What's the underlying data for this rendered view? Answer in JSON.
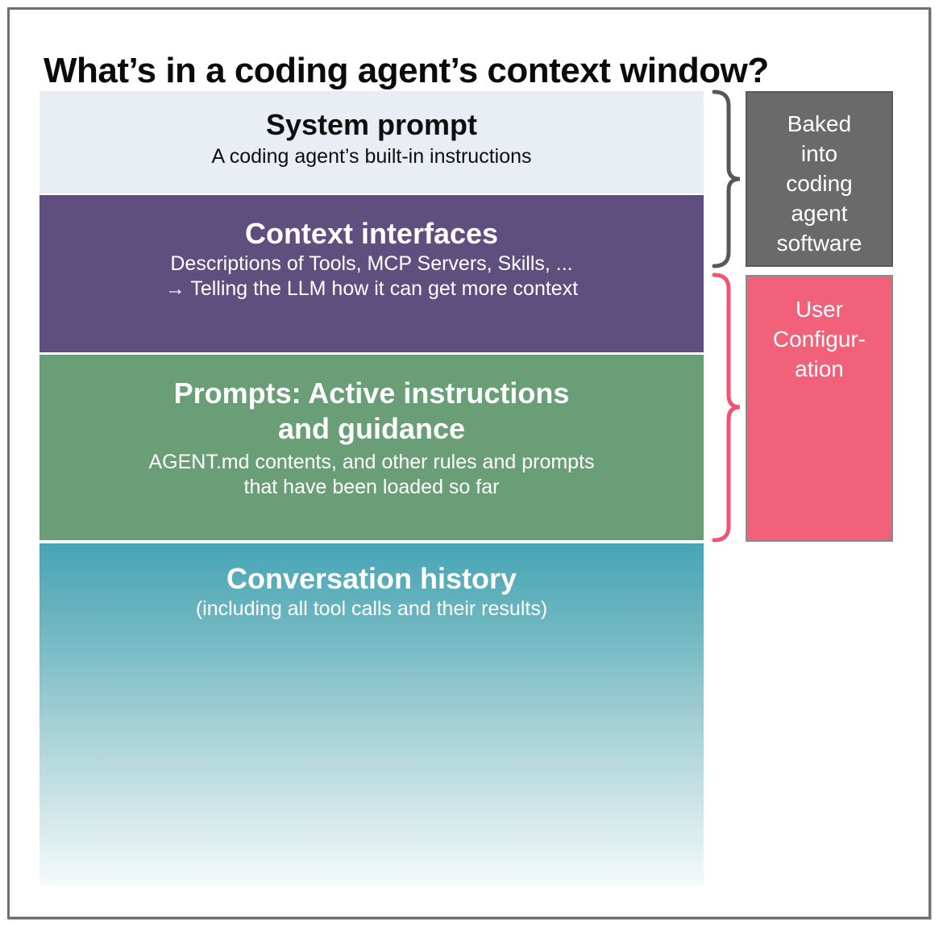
{
  "title": "What’s in a coding agent’s context window?",
  "stack": {
    "blocks": [
      {
        "name": "system-prompt",
        "heading_lines": [
          "System prompt"
        ],
        "body_lines": [
          "A coding agent’s built-in instructions"
        ],
        "bg": "#e9eef4",
        "text_color": "#0f0f0f"
      },
      {
        "name": "context-interfaces",
        "heading_lines": [
          "Context interfaces"
        ],
        "body_lines": [
          "Descriptions of Tools, MCP Servers, Skills, ...",
          "→ Telling the LLM how it can get more context"
        ],
        "bg": "#5f4f7e",
        "text_color": "#ffffff"
      },
      {
        "name": "prompts-active-instructions",
        "heading_lines": [
          "Prompts: Active instructions",
          "and guidance"
        ],
        "body_lines": [
          "AGENT.md contents, and other rules and prompts",
          "that have been loaded so far"
        ],
        "bg": "#6a9e77",
        "text_color": "#ffffff"
      },
      {
        "name": "conversation-history",
        "heading_lines": [
          "Conversation history"
        ],
        "body_lines": [
          "(including all tool calls and their results)"
        ],
        "bg_gradient_top": "#47a5b4",
        "bg_gradient_bottom": "#f4fafa",
        "text_color": "#ffffff"
      }
    ]
  },
  "annotations": {
    "baked_box": {
      "lines": [
        "Baked",
        "into",
        "coding",
        "agent",
        "software"
      ],
      "bg": "#6a6a6a",
      "text_color": "#ffffff"
    },
    "user_config_box": {
      "lines": [
        "User",
        "Configur-",
        "ation"
      ],
      "bg": "#f16179",
      "text_color": "#ffffff"
    },
    "baked_brace_color": "#58585a",
    "user_config_brace_color": "#f2536f"
  }
}
